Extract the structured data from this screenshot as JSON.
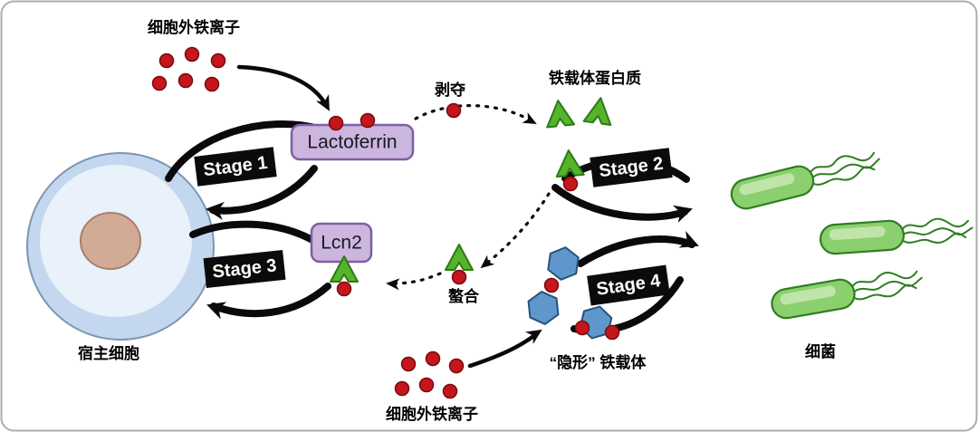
{
  "labels": {
    "extracellular_iron_top": "细胞外铁离子",
    "extracellular_iron_bottom": "细胞外铁离子",
    "deprivation": "剥夺",
    "siderophore_protein": "铁载体蛋白质",
    "lactoferrin": "Lactoferrin",
    "lcn2": "Lcn2",
    "stage1": "Stage 1",
    "stage2": "Stage 2",
    "stage3": "Stage 3",
    "stage4": "Stage 4",
    "chelation": "螯合",
    "host_cell": "宿主细胞",
    "stealth_siderophore": "“隐形” 铁载体",
    "bacteria": "细菌"
  },
  "colors": {
    "iron_red": "#c4161c",
    "siderophore_green": "#55b42a",
    "hexagon_blue": "#5f97cc",
    "protein_box_lavender": "#ccb6de",
    "stage_box_black": "#0b0b0b",
    "bacteria_green": "#8ccf6f",
    "host_cell_blue": "#c3d8ee",
    "nucleus_tan": "#d2ab96"
  },
  "counts": {
    "iron_ions_top_cluster": 6,
    "iron_ions_bottom_cluster": 6,
    "bacteria": 3,
    "stealth_siderophores": 3
  }
}
